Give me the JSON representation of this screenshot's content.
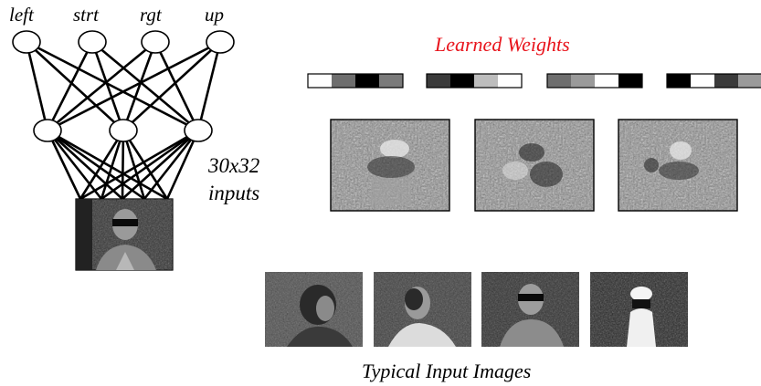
{
  "network": {
    "output_labels": [
      "left",
      "strt",
      "rgt",
      "up"
    ],
    "inputs_label_line1": "30x32",
    "inputs_label_line2": "inputs"
  },
  "weights": {
    "title": "Learned Weights",
    "title_color": "#e8141c",
    "output_weight_bars": [
      [
        "#ffffff",
        "#6e6e6e",
        "#000000",
        "#7a7a7a"
      ],
      [
        "#3a3a3a",
        "#000000",
        "#bdbdbd",
        "#ffffff"
      ],
      [
        "#6e6e6e",
        "#9a9a9a",
        "#ffffff",
        "#000000"
      ],
      [
        "#000000",
        "#ffffff",
        "#3a3a3a",
        "#9a9a9a"
      ]
    ],
    "hidden_weight_images": 3
  },
  "examples": {
    "caption": "Typical Input Images",
    "count": 4
  },
  "icons": [
    "face-image",
    "weight-map-image"
  ]
}
